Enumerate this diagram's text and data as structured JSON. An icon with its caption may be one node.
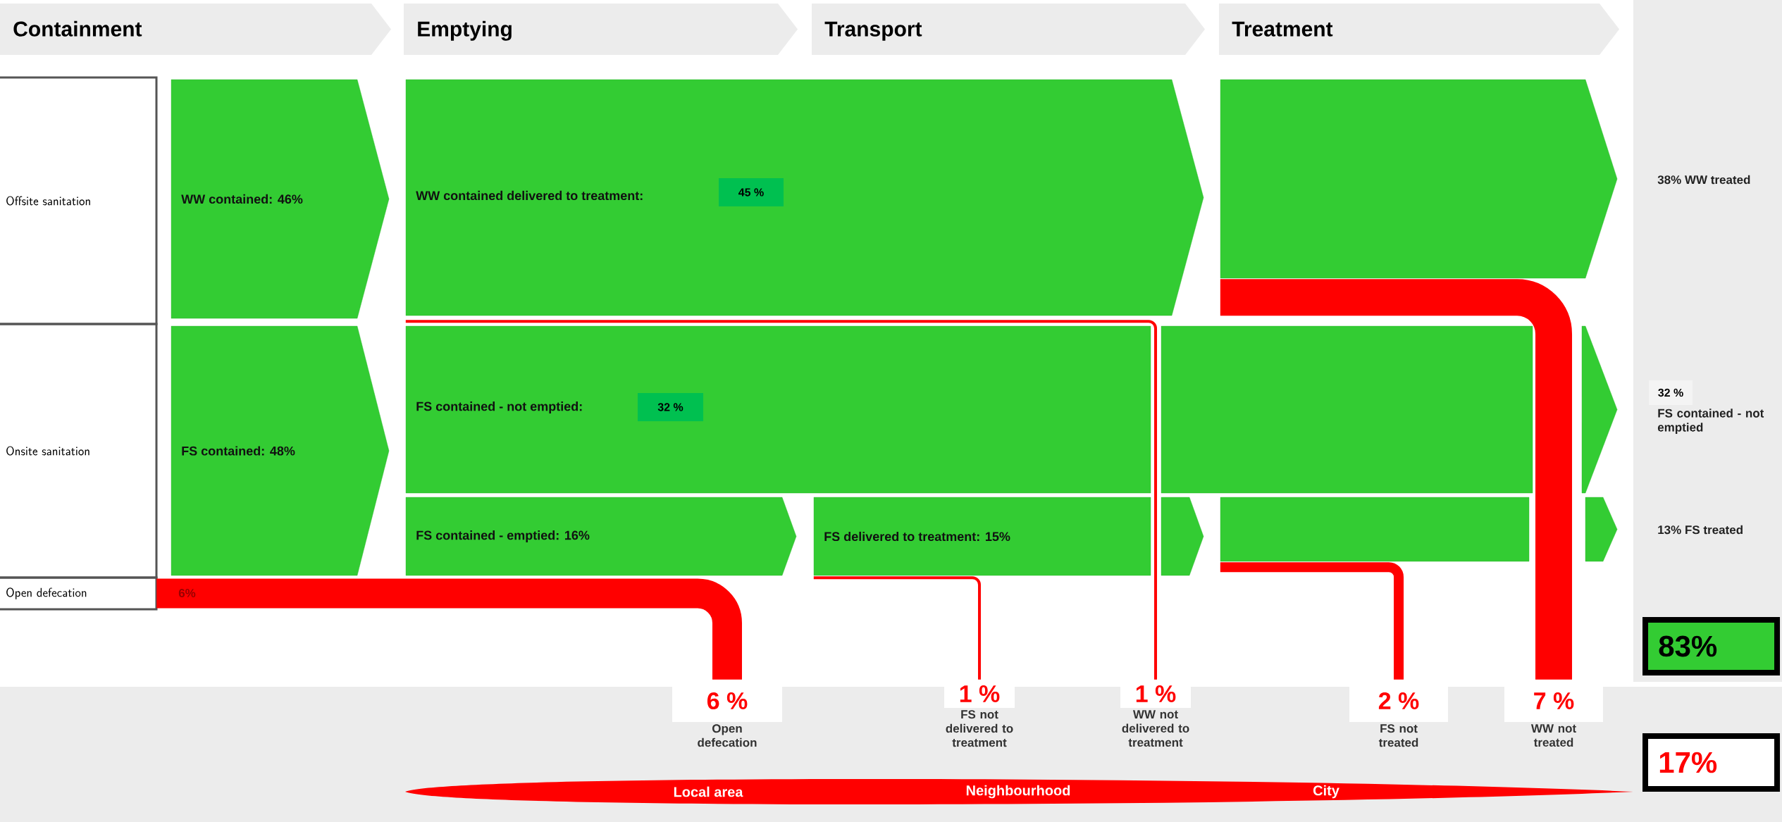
{
  "diagram": {
    "nodes": [
      {
        "text": [
          "Containment"
        ]
      },
      {
        "text": [
          "Emptying"
        ]
      },
      {
        "text": [
          "Transport"
        ]
      },
      {
        "text": [
          "Treatment"
        ]
      },
      {
        "text": [
          "Offsite sanitation"
        ]
      },
      {
        "text": [
          "Onsite sanitation"
        ]
      },
      {
        "text": [
          "Open defecation"
        ]
      },
      {
        "text": [
          "WW contained: 46%"
        ]
      },
      {
        "text": [
          "FS contained: 48%"
        ]
      },
      {
        "text": [
          "WW contained delivered to treatment:",
          "45 %"
        ]
      },
      {
        "text": [
          "FS contained - not emptied:",
          "32 %"
        ]
      },
      {
        "text": [
          "FS contained - emptied: 16%"
        ]
      },
      {
        "text": [
          "FS delivered to treatment: 15%"
        ]
      },
      {
        "text": [],
        "shape": "box"
      },
      {
        "text": [],
        "shape": "box"
      },
      {
        "text": [],
        "shape": "box"
      },
      {
        "text": [
          "6 %",
          "Open defecation"
        ]
      },
      {
        "text": [
          "1 %",
          "FS not delivered to treatment"
        ]
      },
      {
        "text": [
          "1 %",
          "WW not delivered to treatment"
        ]
      },
      {
        "text": [
          "2 %",
          "FS not treated"
        ]
      },
      {
        "text": [
          "7 %",
          "WW not treated"
        ]
      },
      {
        "text": [
          "83%"
        ]
      },
      {
        "text": [
          "17%"
        ]
      },
      {
        "text": [
          "Local area",
          "Neighbourhood",
          "City"
        ]
      }
    ],
    "edges": [
      {
        "from": 6,
        "to": 16,
        "arrow": "none",
        "label": "6%",
        "style": "thick"
      },
      {
        "from": 12,
        "to": 17,
        "arrow": "none"
      },
      {
        "from": 9,
        "to": 18,
        "arrow": "none"
      },
      {
        "from": 15,
        "to": 19,
        "arrow": "none"
      },
      {
        "from": 13,
        "to": 20,
        "arrow": "none",
        "style": "thick"
      }
    ],
    "labels": [
      "38% WW treated",
      "32 %",
      "FS contained - not emptied",
      "13% FS treated"
    ]
  }
}
